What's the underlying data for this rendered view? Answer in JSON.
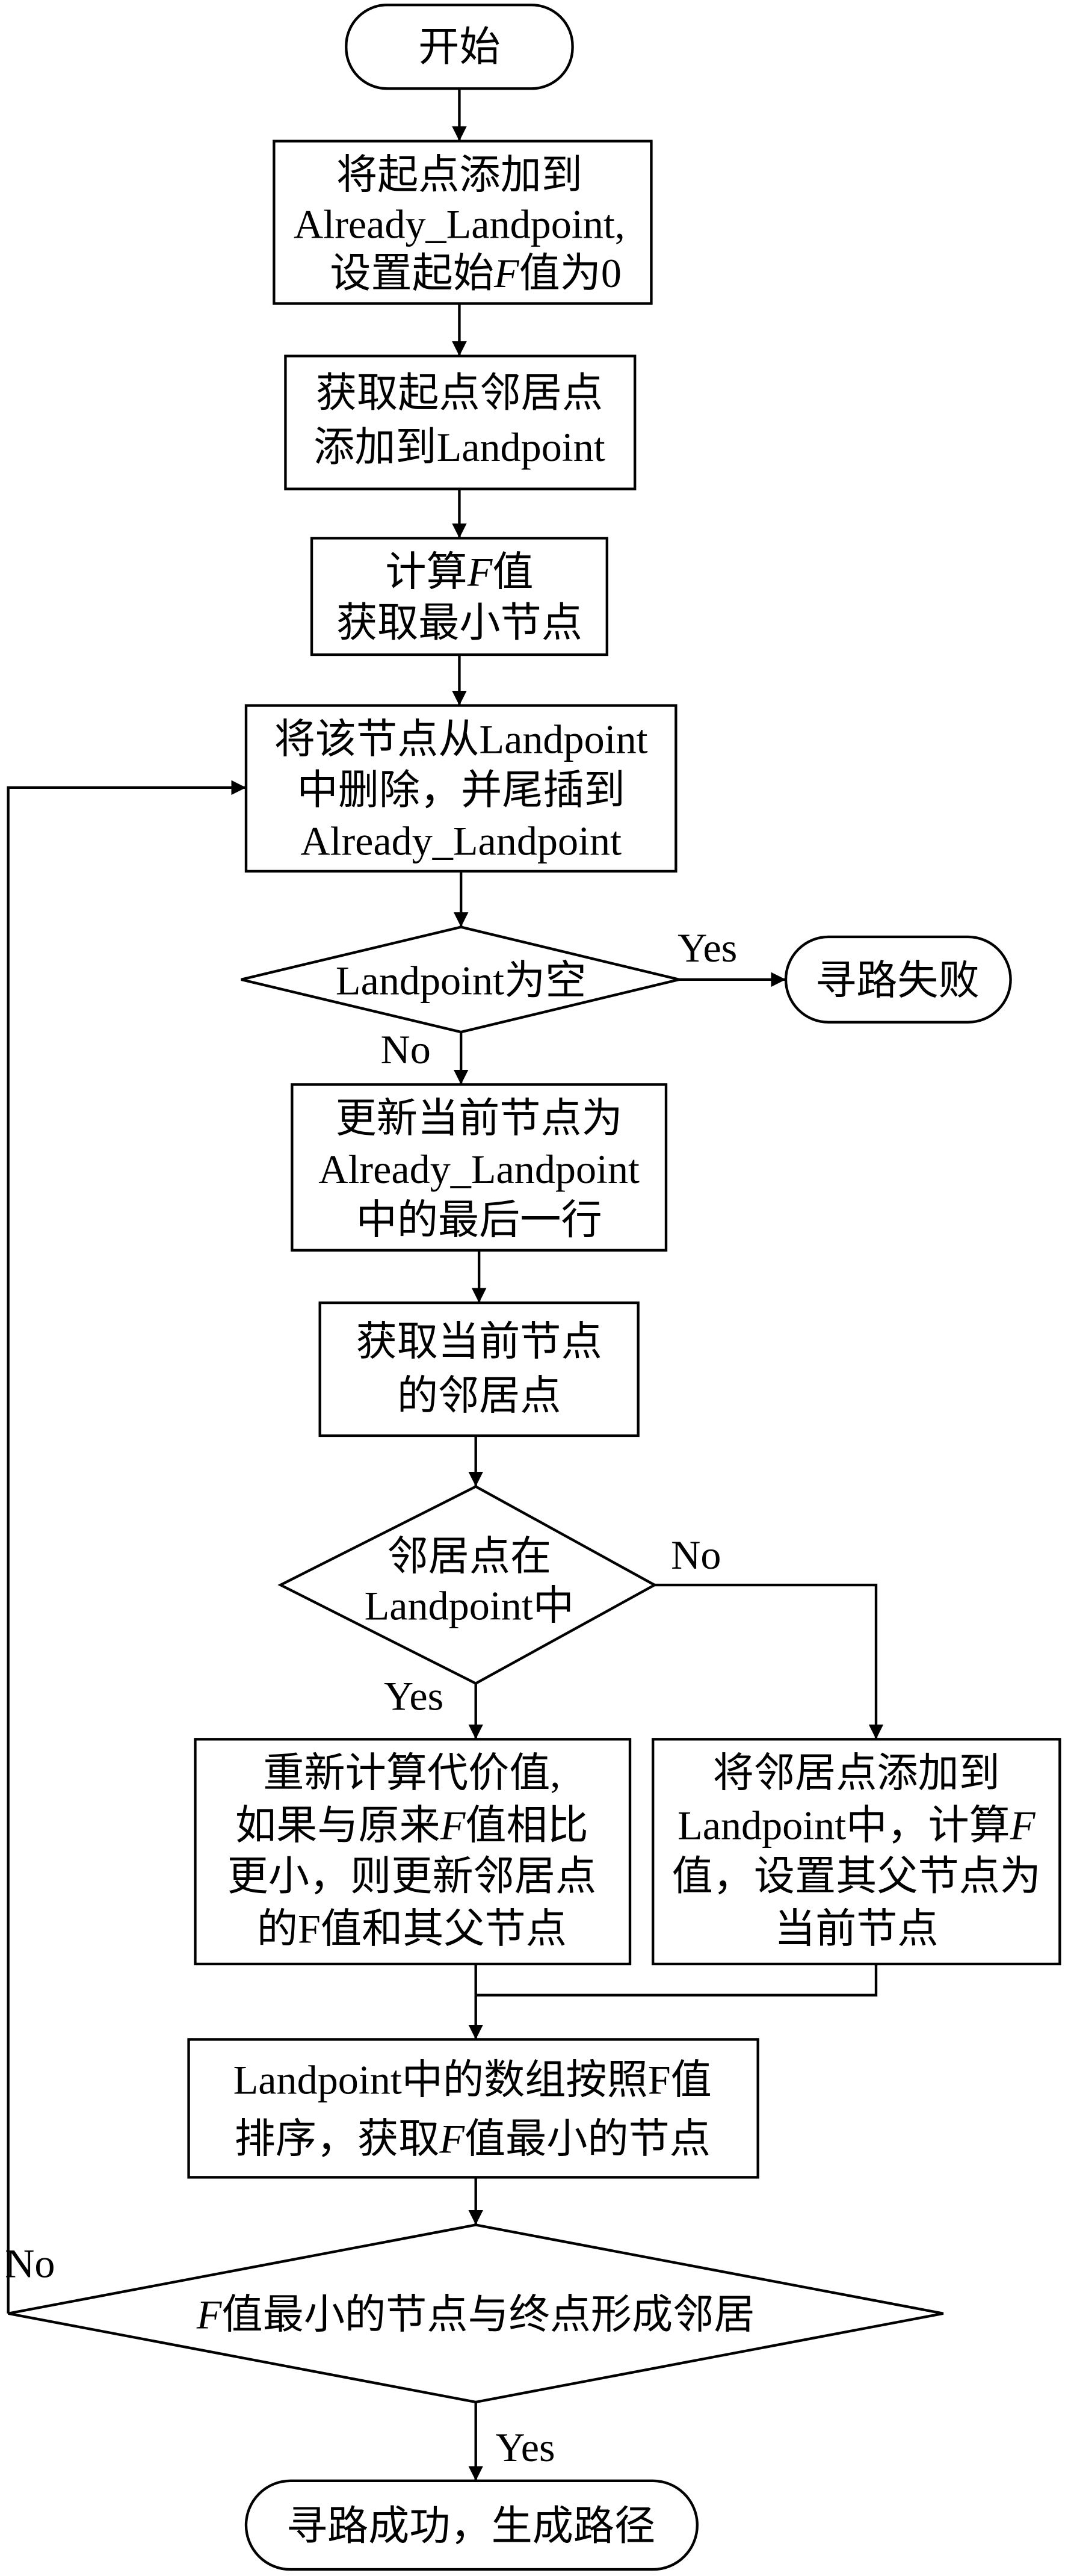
{
  "nodes": {
    "start": {
      "text": "开始"
    },
    "add_start": {
      "line1": "将起点添加到",
      "line2": "Already_Landpoint,",
      "line3_pre": "设置起始",
      "line3_var": "F",
      "line3_post": "值为0"
    },
    "get_neighbors_start": {
      "line1": "获取起点邻居点",
      "line2": "添加到Landpoint"
    },
    "compute_f": {
      "line1_pre": "计算",
      "line1_var": "F",
      "line1_post": "值",
      "line2": "获取最小节点"
    },
    "move_node": {
      "line1": "将该节点从Landpoint",
      "line2": "中删除，并尾插到",
      "line3": "Already_Landpoint"
    },
    "check_empty": {
      "text": "Landpoint为空"
    },
    "fail": {
      "text": "寻路失败"
    },
    "update_current": {
      "line1": "更新当前节点为",
      "line2": "Already_Landpoint",
      "line3": "中的最后一行"
    },
    "get_neighbors_current": {
      "line1": "获取当前节点",
      "line2": "的邻居点"
    },
    "check_in_list": {
      "line1": "邻居点在",
      "line2": "Landpoint中"
    },
    "recalc": {
      "line1": "重新计算代价值,",
      "line2_pre": "如果与原来",
      "line2_var": "F",
      "line2_post": "值相比",
      "line3": "更小，则更新邻居点",
      "line4": "的F值和其父节点"
    },
    "add_neighbor": {
      "line1": "将邻居点添加到",
      "line2_pre": "Landpoint中，计算",
      "line2_var": "F",
      "line3": "值，设置其父节点为",
      "line4": "当前节点"
    },
    "sort": {
      "line1": "Landpoint中的数组按照F值",
      "line2_pre": "排序，获取",
      "line2_var": "F",
      "line2_post": "值最小的节点"
    },
    "check_goal": {
      "var": "F",
      "text": "值最小的节点与终点形成邻居"
    },
    "success": {
      "text": "寻路成功，生成路径"
    }
  },
  "labels": {
    "yes": "Yes",
    "no": "No"
  }
}
